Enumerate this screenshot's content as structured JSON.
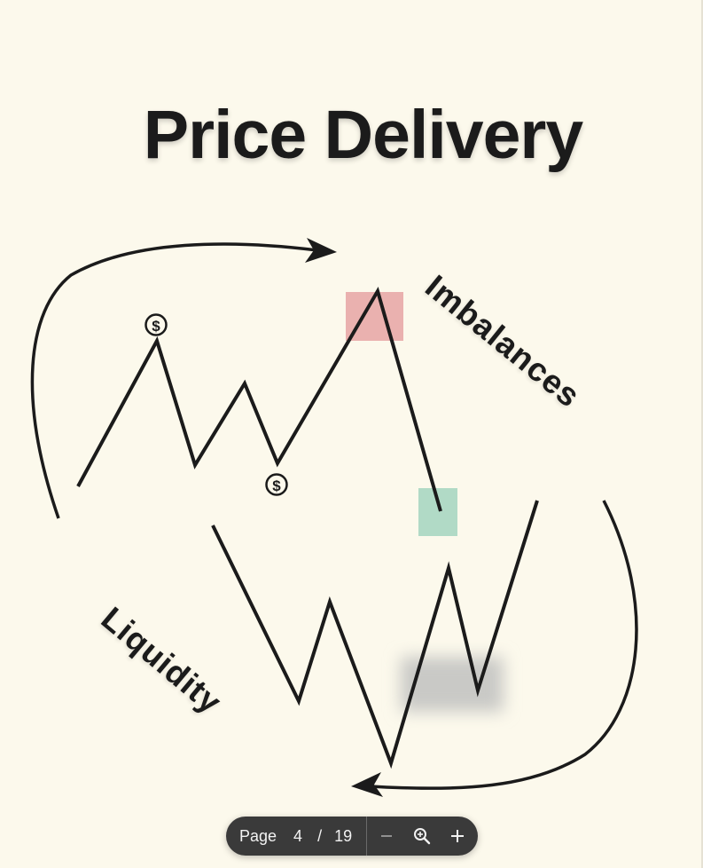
{
  "document": {
    "title": "Price Delivery",
    "labels": {
      "imbalances": "Imbalances",
      "liquidity": "Liquidity"
    },
    "liquidity_marker_symbol": "$",
    "colors": {
      "background": "#fcf9ec",
      "line": "#1b1b1b",
      "imbalance_red": "#e8a8a8",
      "imbalance_green": "#a8d6c2",
      "blurred_box": "#c9c9c6"
    }
  },
  "toolbar": {
    "page_label": "Page",
    "current_page": "4",
    "separator": "/",
    "total_pages": "19",
    "zoom_out_icon": "minus-icon",
    "zoom_fit_icon": "magnifier-icon",
    "zoom_in_icon": "plus-icon"
  }
}
